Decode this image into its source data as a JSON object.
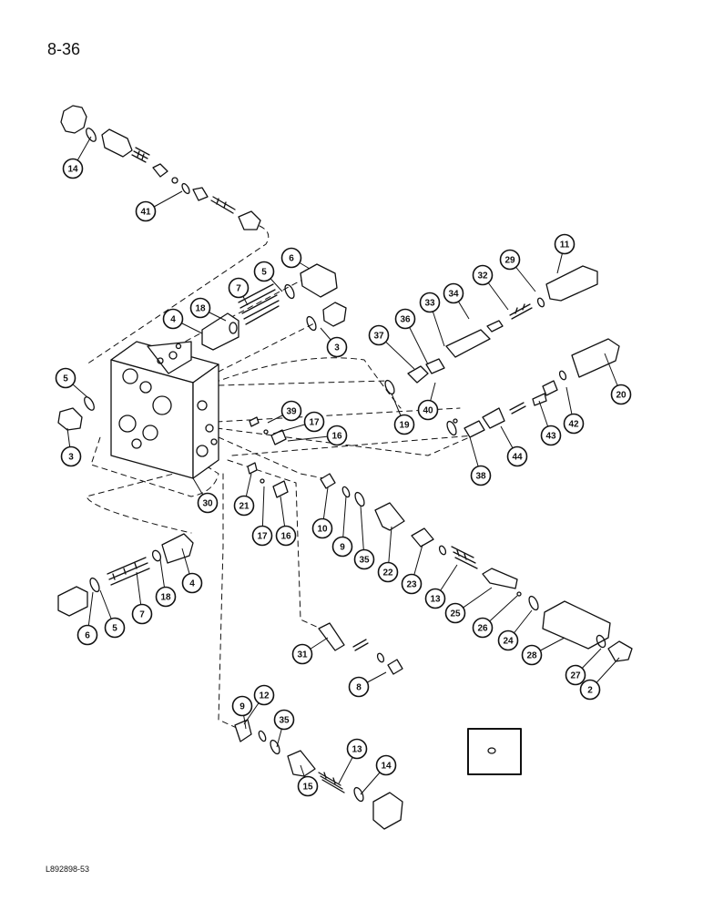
{
  "page": {
    "number": "8-36",
    "figure_code": "L892898-53"
  },
  "callouts": [
    "14",
    "41",
    "6",
    "5",
    "7",
    "18",
    "4",
    "3",
    "11",
    "29",
    "32",
    "34",
    "33",
    "36",
    "37",
    "40",
    "19",
    "20",
    "42",
    "43",
    "44",
    "38",
    "39",
    "17",
    "16",
    "21",
    "10",
    "9",
    "35",
    "22",
    "23",
    "13",
    "25",
    "26",
    "24",
    "28",
    "27",
    "2",
    "30",
    "31",
    "8",
    "12",
    "15"
  ],
  "colors": {
    "line": "#111111",
    "paper": "#ffffff"
  }
}
